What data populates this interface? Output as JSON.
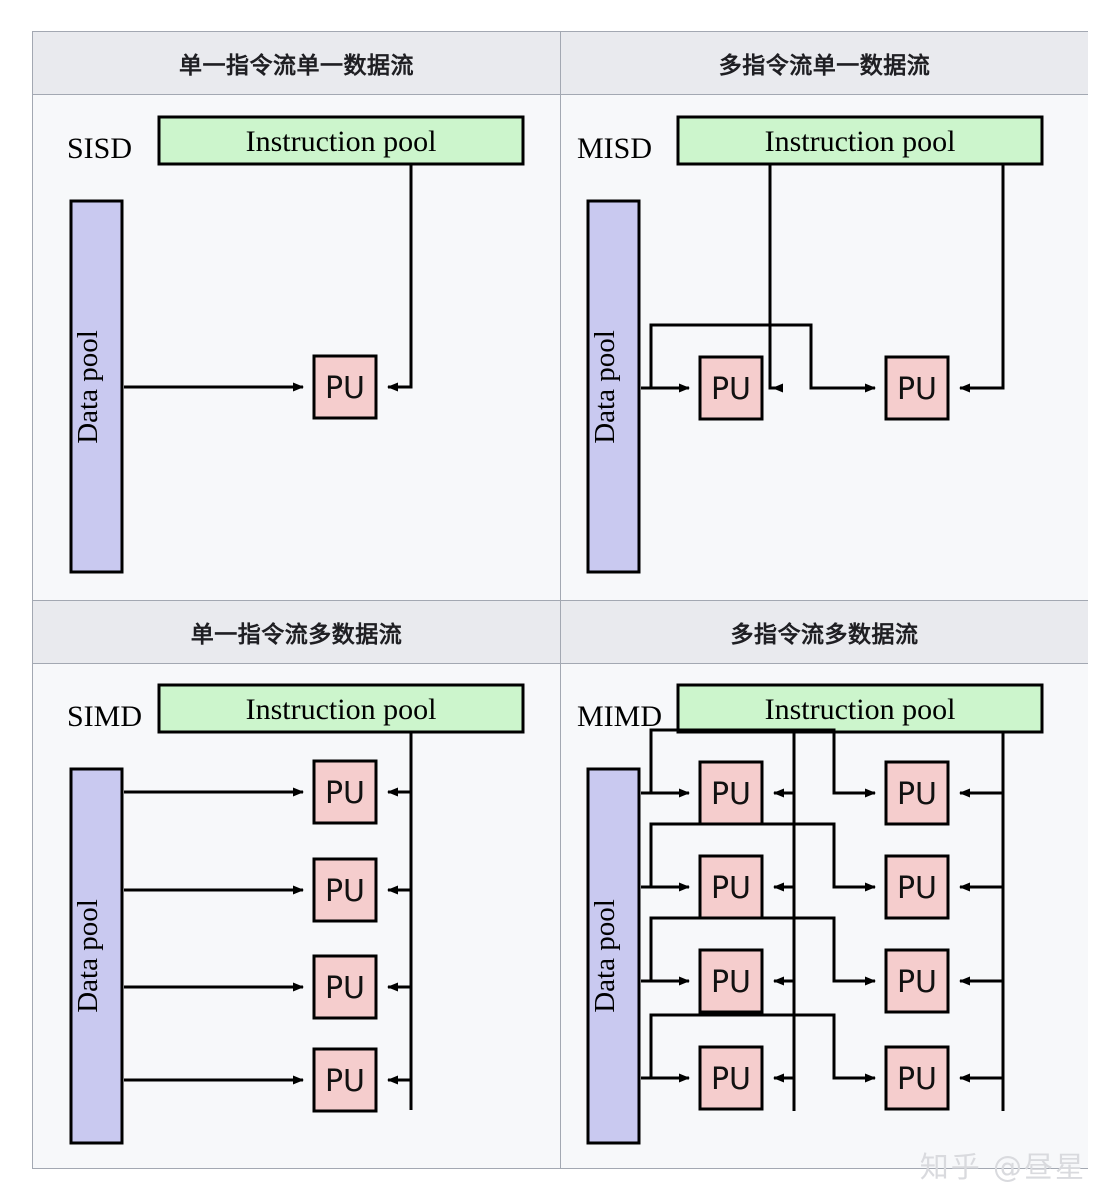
{
  "figure": {
    "title_visible": false,
    "watermark": "知乎 @昼星"
  },
  "colors": {
    "instruction_pool_fill": "#ccf5cc",
    "data_pool_fill": "#c9c9f0",
    "pu_fill": "#f5cdcd",
    "stroke": "#000000",
    "cell_bg": "#f7f8fa",
    "header_bg": "#e9eaee",
    "table_border": "#a3a8b2",
    "watermark_color": "#d9dade"
  },
  "headers": [
    {
      "id": "sisd",
      "label": "单一指令流单一数据流"
    },
    {
      "id": "misd",
      "label": "多指令流单一数据流"
    },
    {
      "id": "simd",
      "label": "单一指令流多数据流"
    },
    {
      "id": "mimd",
      "label": "多指令流多数据流"
    }
  ],
  "quadrants": [
    {
      "id": "sisd",
      "acronym": "SISD",
      "header": "单一指令流单一数据流",
      "instruction_pool_label": "Instruction pool",
      "data_pool_label": "Data pool",
      "pu_label": "PU",
      "instruction_streams": 1,
      "data_streams": 1,
      "pu_rows": 1,
      "pu_cols": 1,
      "pu_count": 1
    },
    {
      "id": "misd",
      "acronym": "MISD",
      "header": "多指令流单一数据流",
      "instruction_pool_label": "Instruction pool",
      "data_pool_label": "Data pool",
      "pu_label": "PU",
      "instruction_streams": 2,
      "data_streams": 1,
      "pu_rows": 1,
      "pu_cols": 2,
      "pu_count": 2
    },
    {
      "id": "simd",
      "acronym": "SIMD",
      "header": "单一指令流多数据流",
      "instruction_pool_label": "Instruction pool",
      "data_pool_label": "Data pool",
      "pu_label": "PU",
      "instruction_streams": 1,
      "data_streams": 4,
      "pu_rows": 4,
      "pu_cols": 1,
      "pu_count": 4
    },
    {
      "id": "mimd",
      "acronym": "MIMD",
      "header": "多指令流多数据流",
      "instruction_pool_label": "Instruction pool",
      "data_pool_label": "Data pool",
      "pu_label": "PU",
      "instruction_streams": 2,
      "data_streams": 4,
      "pu_rows": 4,
      "pu_cols": 2,
      "pu_count": 8
    }
  ]
}
